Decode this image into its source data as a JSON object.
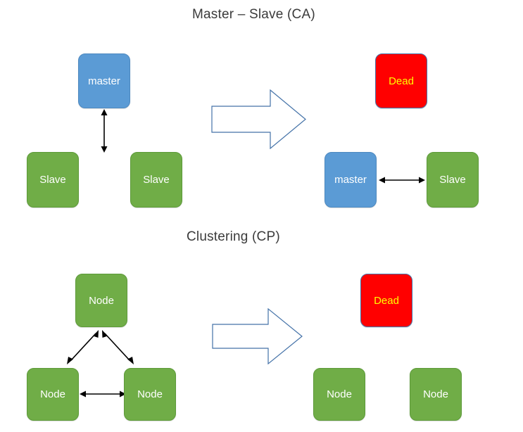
{
  "diagram": {
    "background_color": "#FFFFFF",
    "colors": {
      "green": "#70AD47",
      "blue": "#5B9BD5",
      "red": "#FF0000",
      "yellow_text": "#FFFF00",
      "white_text": "#FFFFFF",
      "arrow_outline": "#4472A8",
      "connector": "#000000",
      "title_text": "#3B3B3B"
    },
    "sections": [
      {
        "id": "master-slave",
        "title": "Master – Slave (CA)",
        "before": {
          "nodes": [
            {
              "id": "ms-master",
              "label": "master",
              "style": "blue"
            },
            {
              "id": "ms-slave-left",
              "label": "Slave",
              "style": "green"
            },
            {
              "id": "ms-slave-right",
              "label": "Slave",
              "style": "green"
            }
          ],
          "connectors": [
            {
              "from": "ms-master",
              "to": "ms-slave-left",
              "kind": "double-headed",
              "orientation": "vertical"
            }
          ]
        },
        "transition": {
          "icon": "block-arrow-right-icon"
        },
        "after": {
          "nodes": [
            {
              "id": "ms-dead",
              "label": "Dead",
              "style": "red"
            },
            {
              "id": "ms-new-master",
              "label": "master",
              "style": "blue"
            },
            {
              "id": "ms-remaining-slave",
              "label": "Slave",
              "style": "green"
            }
          ],
          "connectors": [
            {
              "from": "ms-new-master",
              "to": "ms-remaining-slave",
              "kind": "double-headed",
              "orientation": "horizontal"
            }
          ]
        }
      },
      {
        "id": "clustering",
        "title": "Clustering (CP)",
        "before": {
          "nodes": [
            {
              "id": "cl-node-top",
              "label": "Node",
              "style": "green"
            },
            {
              "id": "cl-node-bottom-left",
              "label": "Node",
              "style": "green"
            },
            {
              "id": "cl-node-bottom-right",
              "label": "Node",
              "style": "green"
            }
          ],
          "connectors": [
            {
              "from": "cl-node-top",
              "to": "cl-node-bottom-left",
              "kind": "double-headed",
              "orientation": "diagonal-left"
            },
            {
              "from": "cl-node-top",
              "to": "cl-node-bottom-right",
              "kind": "double-headed",
              "orientation": "diagonal-right"
            },
            {
              "from": "cl-node-bottom-left",
              "to": "cl-node-bottom-right",
              "kind": "double-headed",
              "orientation": "horizontal"
            }
          ]
        },
        "transition": {
          "icon": "block-arrow-right-icon"
        },
        "after": {
          "nodes": [
            {
              "id": "cl-dead",
              "label": "Dead",
              "style": "red"
            },
            {
              "id": "cl-node-left",
              "label": "Node",
              "style": "green"
            },
            {
              "id": "cl-node-right",
              "label": "Node",
              "style": "green"
            }
          ],
          "connectors": []
        }
      }
    ]
  }
}
